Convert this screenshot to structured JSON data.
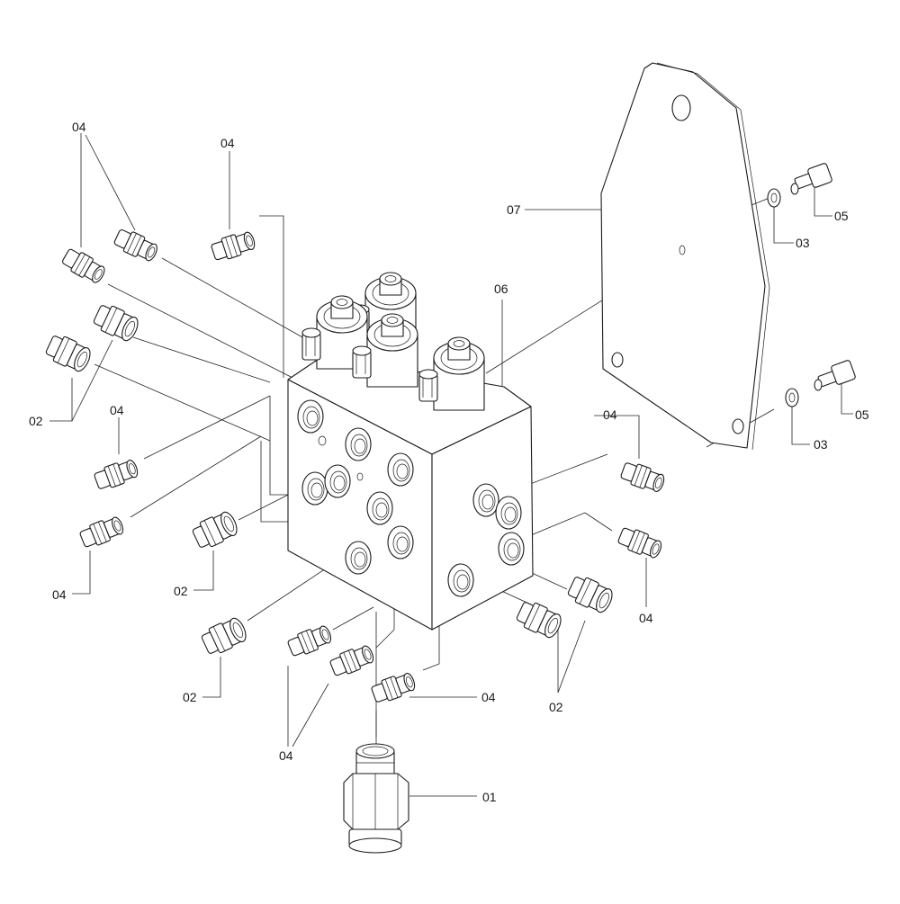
{
  "labels": {
    "fitting_01": "01",
    "adapter_02": "02",
    "washer_03": "03",
    "nipple_04": "04",
    "bolt_05": "05",
    "valve_block_06": "06",
    "mounting_plate_07": "07"
  }
}
